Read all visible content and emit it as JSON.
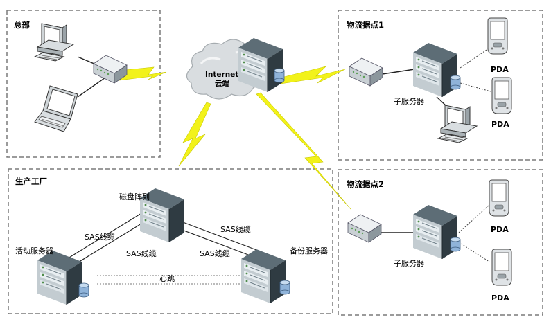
{
  "regions": {
    "hq": "总部",
    "site1": "物流据点1",
    "site2": "物流据点2",
    "factory": "生产工厂"
  },
  "cloud": {
    "line1": "Internet",
    "line2": "云端"
  },
  "site1": {
    "server": "子服务器",
    "pda1": "PDA",
    "pda2": "PDA"
  },
  "site2": {
    "server": "子服务器",
    "pda1": "PDA",
    "pda2": "PDA"
  },
  "factory": {
    "disk_array": "磁盘阵列",
    "active_server": "活动服务器",
    "backup_server": "备份服务器",
    "sas1": "SAS线缆",
    "sas2": "SAS线缆",
    "sas3": "SAS线缆",
    "sas4": "SAS线缆",
    "heartbeat": "心跳"
  },
  "colors": {
    "dash": "#7a7a7a",
    "bolt": "#f2f21a",
    "server_dark": "#3e4a52",
    "server_mid": "#6f7f88",
    "server_light": "#b9c3c8",
    "disk": "#8fb3d9"
  },
  "icons": [
    "desktop-icon",
    "laptop-icon",
    "router-icon",
    "server-icon",
    "cloud-icon",
    "pda-icon",
    "lightning-link-icon"
  ]
}
